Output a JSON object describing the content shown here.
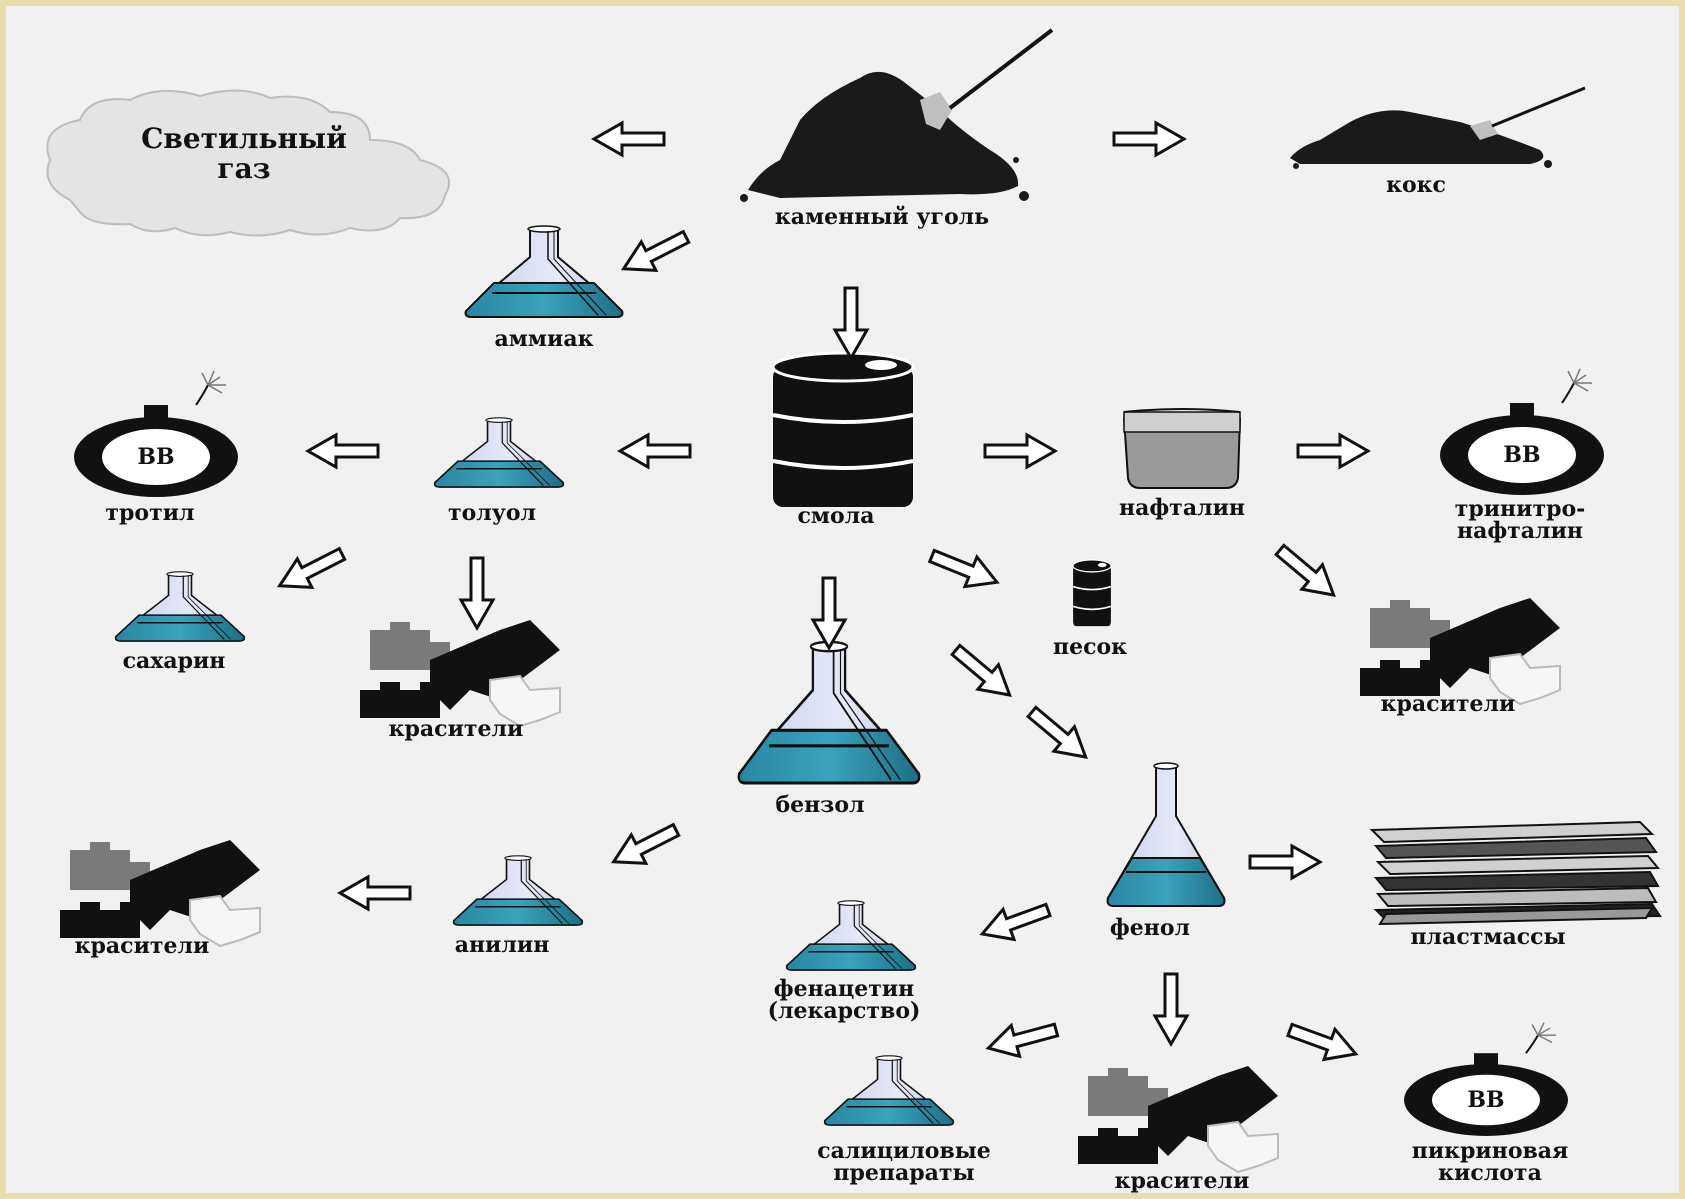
{
  "colors": {
    "background": "#f1f1f1",
    "frame": "#eadcae",
    "liquid": "#2e8ea6",
    "glass": "#d6dcf2",
    "coal": "#1a1a1a"
  },
  "labels": {
    "gas_l1": "Светильный",
    "gas_l2": "газ",
    "coal": "каменный уголь",
    "coke": "кокс",
    "ammonia": "аммиак",
    "tar": "смола",
    "tnt": "тротил",
    "toluene": "толуол",
    "naphthalene": "нафталин",
    "tnn_l1": "тринитро-",
    "tnn_l2": "нафталин",
    "saccharin": "сахарин",
    "dyes_toluene": "красители",
    "sand": "песок",
    "dyes_naphthalene": "красители",
    "benzene": "бензол",
    "phenol": "фенол",
    "aniline": "анилин",
    "dyes_aniline": "красители",
    "plastics": "пластмассы",
    "phenacetin_l1": "фенацетин",
    "phenacetin_l2": "(лекарство)",
    "salicyl_l1": "салициловые",
    "salicyl_l2": "препараты",
    "dyes_phenol": "красители",
    "picric_l1": "пикриновая",
    "picric_l2": "кислота",
    "bomb_text": "ВВ"
  },
  "icons": [
    "cloud-icon",
    "coal-pile-icon",
    "flask-icon",
    "barrel-icon",
    "beaker-icon",
    "bomb-icon",
    "dyes-icon",
    "plastic-stack-icon",
    "arrow-icon"
  ]
}
